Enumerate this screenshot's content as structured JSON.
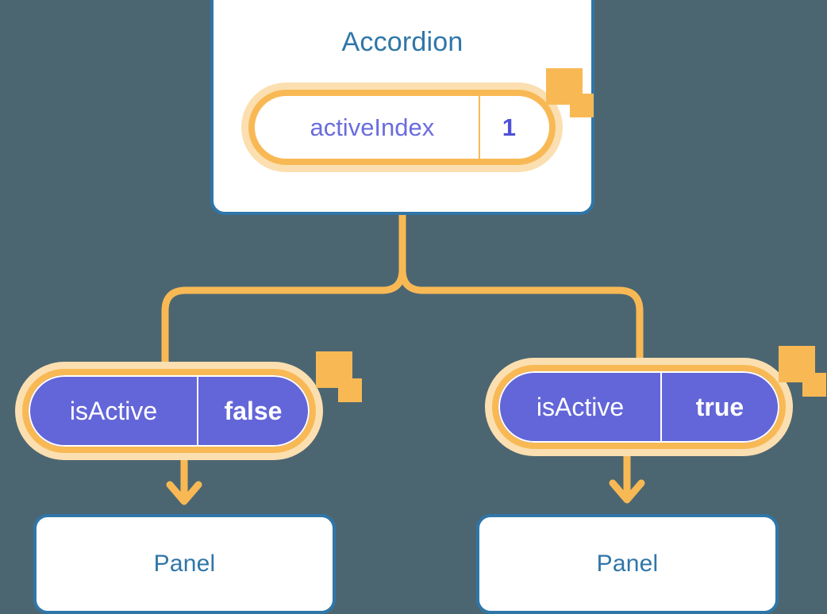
{
  "diagram": {
    "type": "component-state-tree",
    "background_color": "#4c6671",
    "accent_color": "#f8b955",
    "node_border_color": "#2f76a8",
    "node_title_color": "#2f76a8",
    "state_fill_color": "#6366d8",
    "state_text_color": "#6a6ddd"
  },
  "root": {
    "title": "Accordion",
    "state": {
      "key": "activeIndex",
      "value": "1"
    },
    "sparkle_icons": [
      "sparkle-icon-large",
      "sparkle-icon-small"
    ]
  },
  "branches": [
    {
      "side": "left",
      "prop": {
        "key": "isActive",
        "value": "false"
      },
      "child": {
        "title": "Panel"
      },
      "sparkle_icons": [
        "sparkle-icon-large",
        "sparkle-icon-small"
      ],
      "arrow_icon": "arrow-down-icon"
    },
    {
      "side": "right",
      "prop": {
        "key": "isActive",
        "value": "true"
      },
      "child": {
        "title": "Panel"
      },
      "sparkle_icons": [
        "sparkle-icon-large",
        "sparkle-icon-small"
      ],
      "arrow_icon": "arrow-down-icon"
    }
  ]
}
